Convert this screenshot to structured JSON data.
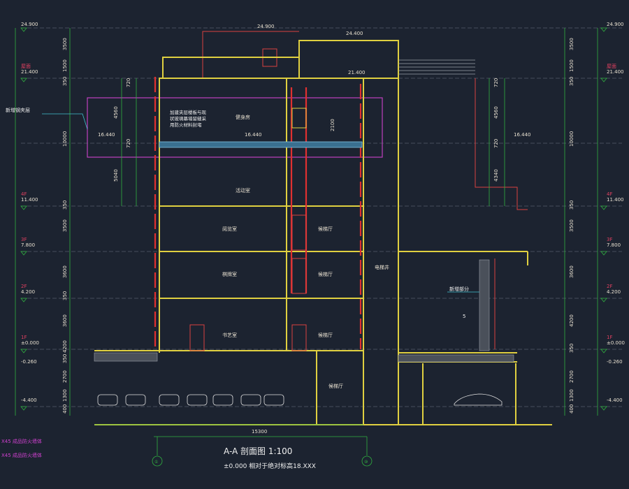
{
  "drawing": {
    "title": "A-A 剖面图 1:100",
    "subtitle": "±0.000 相对于绝对标高18.XXX",
    "total_dimension": "15300",
    "grid_axes": [
      "①",
      "⑩"
    ]
  },
  "left_elevations": [
    {
      "value": "24.900",
      "floor": ""
    },
    {
      "value": "21.400",
      "floor": "屋面"
    },
    {
      "value": "11.400",
      "floor": "4F"
    },
    {
      "value": "7.800",
      "floor": "3F"
    },
    {
      "value": "4.200",
      "floor": "2F"
    },
    {
      "value": "±0.000",
      "floor": "1F"
    },
    {
      "value": "-0.260",
      "floor": ""
    },
    {
      "value": "-4.400",
      "floor": ""
    }
  ],
  "right_elevations": [
    {
      "value": "24.900",
      "floor": ""
    },
    {
      "value": "21.400",
      "floor": "屋面"
    },
    {
      "value": "11.400",
      "floor": "4F"
    },
    {
      "value": "7.800",
      "floor": "3F"
    },
    {
      "value": "4.200",
      "floor": "2F"
    },
    {
      "value": "±0.000",
      "floor": "1F"
    },
    {
      "value": "-0.260",
      "floor": ""
    },
    {
      "value": "-4.400",
      "floor": ""
    }
  ],
  "left_dims": [
    "3500",
    "1500",
    "350",
    "10000",
    "350",
    "3500",
    "3600",
    "350",
    "3600",
    "4200",
    "350",
    "2700",
    "1300",
    "400"
  ],
  "left_inner_dims": [
    "720",
    "4560",
    "720",
    "5040"
  ],
  "right_inner_dims": [
    "720",
    "4560",
    "720",
    "4340"
  ],
  "right_dims": [
    "3500",
    "1500",
    "350",
    "10000",
    "350",
    "3500",
    "3600",
    "4200",
    "350",
    "2700",
    "1300",
    "400"
  ],
  "top_elevations": [
    "24.900",
    "24.400",
    "21.400"
  ],
  "mezzanine_level": "16.440",
  "mezzanine_marks": [
    "16.440",
    "16.440",
    "16.440"
  ],
  "mezzanine_height": "2100",
  "annotations": {
    "mezzanine_label": "新增钢夹层",
    "mezzanine_note": "加建夹层楼板与现状玻璃幕墙留缝采用防火材料封堵",
    "new_part": "新增部分",
    "misc_mark": "5"
  },
  "rooms": {
    "fitness": "健身房",
    "activity": "活动室",
    "reading": "阅览室",
    "lobby_3f": "候梯厅",
    "lobby_2f": "候梯厅",
    "lobby_1f": "候梯厅",
    "lobby_b1": "候梯厅",
    "gym": "健身房",
    "chess": "棋牌室",
    "art": "书艺室",
    "shaft": "电梯井"
  },
  "legend": [
    "X45 成品防火墙体",
    "X45 成品防火墙体"
  ]
}
